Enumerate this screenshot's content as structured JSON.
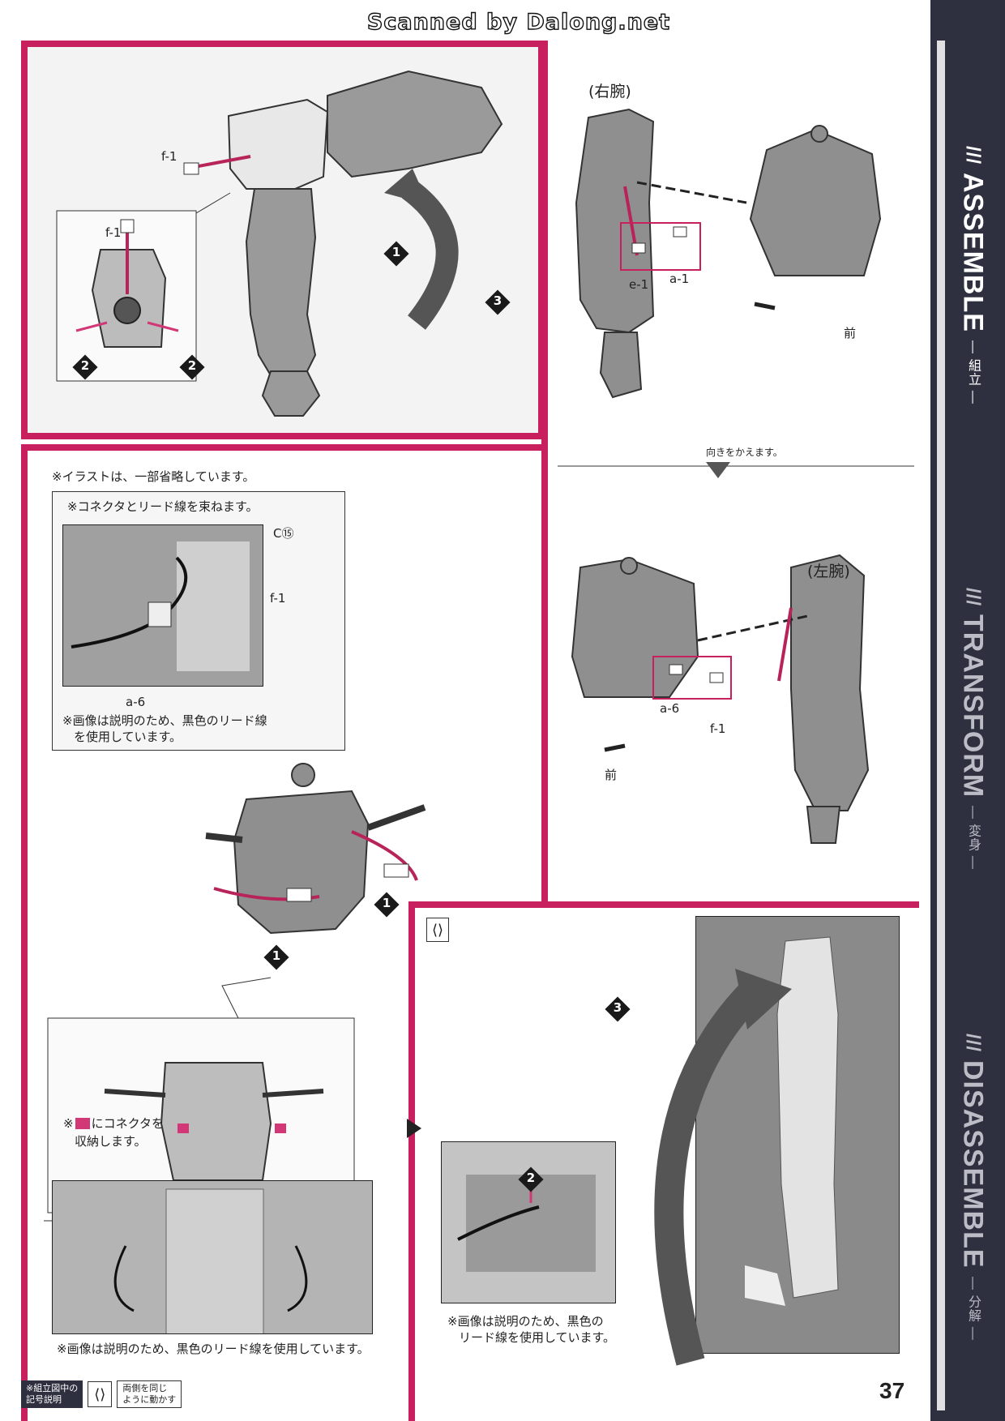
{
  "watermark": "Scanned by Dalong.net",
  "page_number": "37",
  "sidebar": [
    {
      "en": "ASSEMBLE",
      "jp": "組立"
    },
    {
      "en": "TRANSFORM",
      "jp": "変身"
    },
    {
      "en": "DISASSEMBLE",
      "jp": "分解"
    }
  ],
  "panelA": {
    "label_f1_top": "f-1",
    "label_f1_inset": "f-1"
  },
  "panelC": {
    "right_arm": "(右腕)",
    "left_arm": "(左腕)",
    "label_e1": "e-1",
    "label_a1": "a-1",
    "label_a6": "a-6",
    "label_f1": "f-1",
    "front_top": "前",
    "front_bottom": "前",
    "turn_around": "向きをかえます。"
  },
  "panelB": {
    "note_omitted": "※イラストは、一部省略しています。",
    "note_bundle": "※コネクタとリード線を束ねます。",
    "label_c15": "C⑮",
    "label_f1": "f-1",
    "label_a6": "a-6",
    "note_black_lead_1": "※画像は説明のため、黒色のリード線",
    "note_black_lead_2": "を使用しています。",
    "note_store_prefix": "※",
    "note_store_suffix": "にコネクタを",
    "note_store_2": "収納します。",
    "note_bottom": "※画像は説明のため、黒色のリード線を使用しています。"
  },
  "panelD": {
    "note_1": "※画像は説明のため、黒色の",
    "note_2": "リード線を使用しています。"
  },
  "legend": {
    "title_1": "※組立図中の",
    "title_2": "記号説明",
    "desc_1": "両側を同じ",
    "desc_2": "ように動かす"
  },
  "colors": {
    "accent": "#c81f5e",
    "sidebar": "#2e2f3f",
    "wire": "#b8245a"
  }
}
